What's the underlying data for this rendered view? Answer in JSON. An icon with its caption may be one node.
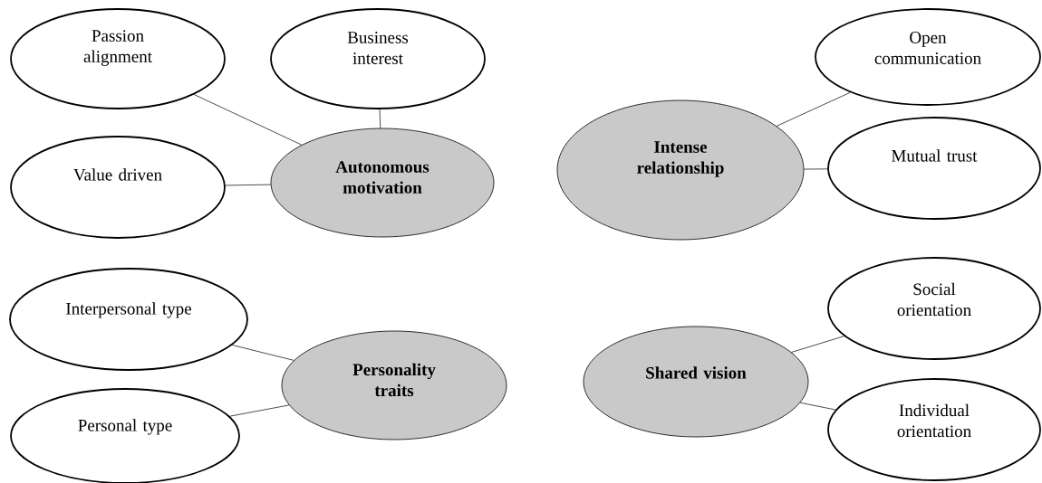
{
  "diagram": {
    "nodes": [
      {
        "text": [
          "Passion alignment"
        ]
      },
      {
        "text": [
          "Business interest"
        ]
      },
      {
        "text": [
          "Open communication"
        ]
      },
      {
        "text": [
          "Value driven"
        ]
      },
      {
        "text": [
          "Autonomous motivation"
        ]
      },
      {
        "text": [
          "Intense relationship"
        ]
      },
      {
        "text": [
          "Mutual trust"
        ]
      },
      {
        "text": [
          "Interpersonal type"
        ]
      },
      {
        "text": [
          "Social orientation"
        ]
      },
      {
        "text": [
          "Personality traits"
        ]
      },
      {
        "text": [
          "Shared vision"
        ]
      },
      {
        "text": [
          "Personal type"
        ]
      },
      {
        "text": [
          "Individual orientation"
        ]
      }
    ],
    "edges": [
      {
        "from": 0,
        "to": 4,
        "arrow": "none"
      },
      {
        "from": 1,
        "to": 4,
        "arrow": "none"
      },
      {
        "from": 3,
        "to": 4,
        "arrow": "none"
      },
      {
        "from": 2,
        "to": 5,
        "arrow": "none"
      },
      {
        "from": 6,
        "to": 5,
        "arrow": "none"
      },
      {
        "from": 7,
        "to": 9,
        "arrow": "none"
      },
      {
        "from": 11,
        "to": 9,
        "arrow": "none"
      },
      {
        "from": 8,
        "to": 10,
        "arrow": "none"
      },
      {
        "from": 12,
        "to": 10,
        "arrow": "none"
      }
    ]
  }
}
